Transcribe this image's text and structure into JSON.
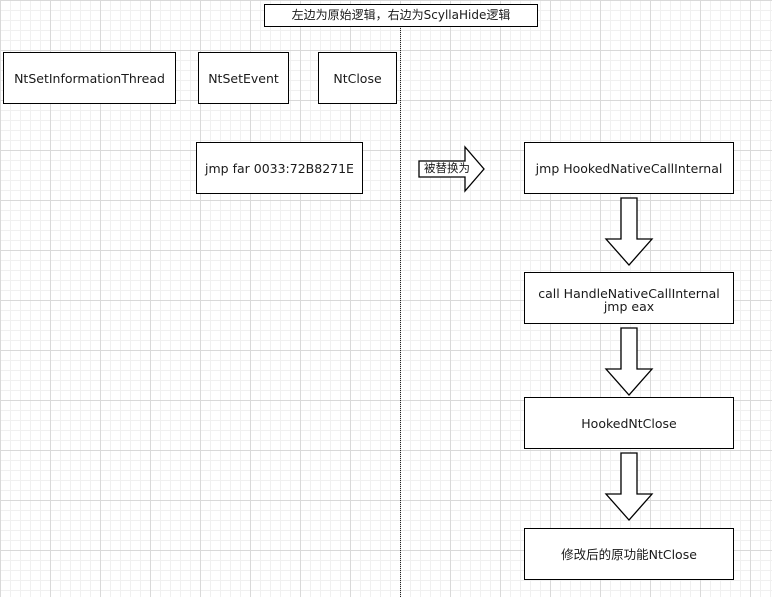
{
  "diagram": {
    "title": "左边为原始逻辑，右边为ScyllaHide逻辑",
    "left": {
      "nt_set_information_thread": "NtSetInformationThread",
      "nt_set_event": "NtSetEvent",
      "nt_close": "NtClose",
      "jmp_far": "jmp far 0033:72B8271E"
    },
    "replace_arrow_label": "被替换为",
    "right": {
      "hooked_native_call_internal": "jmp HookedNativeCallInternal",
      "handle_native_call_line1": "call HandleNativeCallInternal",
      "handle_native_call_line2": "jmp eax",
      "hooked_nt_close": "HookedNtClose",
      "modified_nt_close": "修改后的原功能NtClose"
    }
  }
}
